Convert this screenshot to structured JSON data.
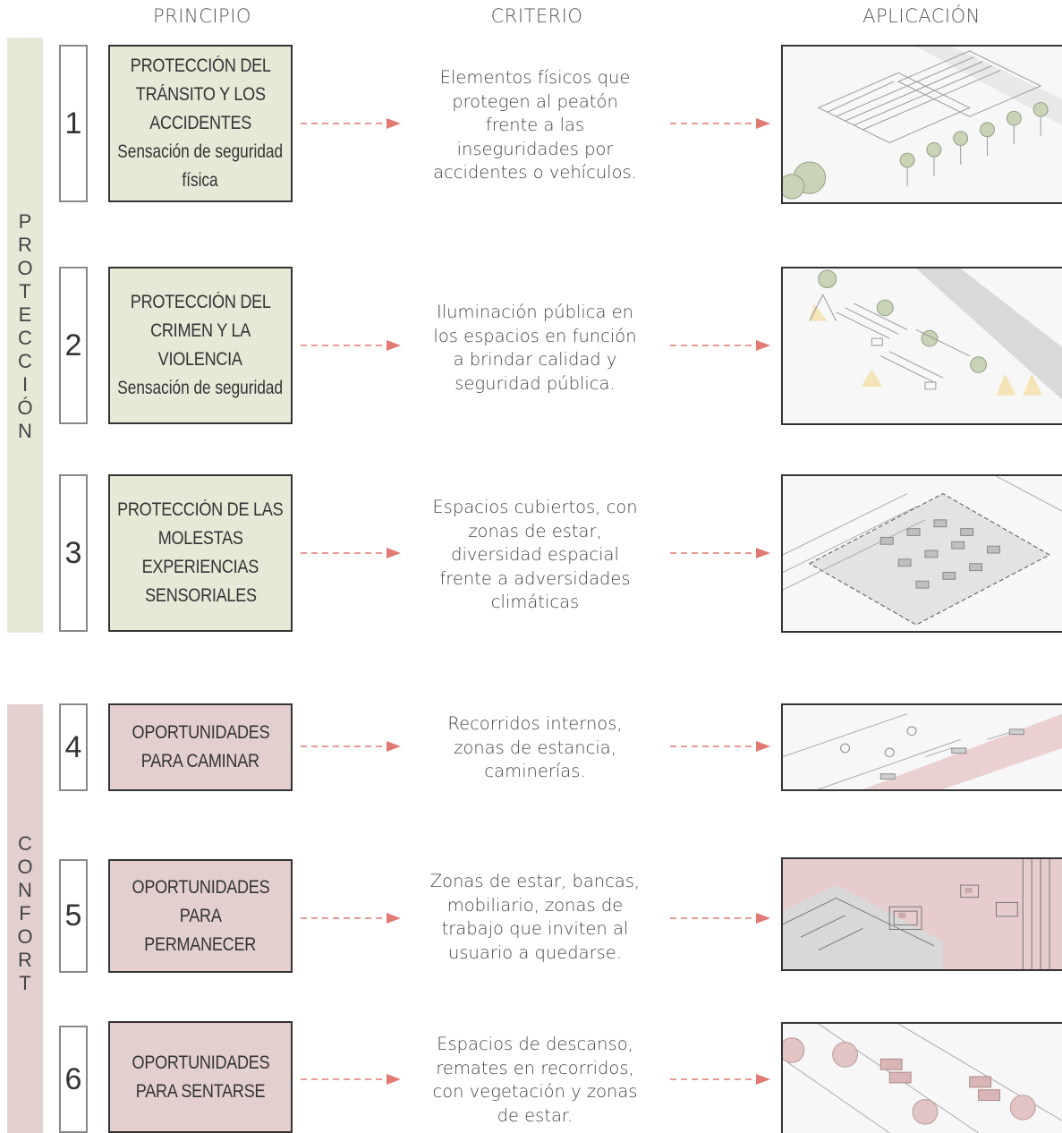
{
  "headers": {
    "principio": "PRINCIPIO",
    "criterio": "CRITERIO",
    "aplicacion": "APLICACIÓN"
  },
  "categories": [
    {
      "letters": [
        "P",
        "R",
        "O",
        "T",
        "E",
        "C",
        "C",
        "I",
        "Ó",
        "N"
      ],
      "color": "#e5ead7"
    },
    {
      "letters": [
        "C",
        "O",
        "N",
        "F",
        "O",
        "R",
        "T"
      ],
      "color": "#e4cfcf"
    }
  ],
  "rows": [
    {
      "number": "1",
      "title_lines": [
        "PROTECCIÓN DEL",
        "TRÁNSITO Y LOS",
        "ACCIDENTES"
      ],
      "subtitle_lines": [
        "Sensación de seguridad",
        "física"
      ],
      "criterion_lines": [
        "Elementos físicos que",
        "protegen al peatón",
        "frente a las",
        "inseguridades por",
        "accidentes o vehículos."
      ]
    },
    {
      "number": "2",
      "title_lines": [
        "PROTECCIÓN DEL",
        "CRIMEN Y LA",
        "VIOLENCIA"
      ],
      "subtitle_lines": [
        "Sensación de seguridad"
      ],
      "criterion_lines": [
        "Iluminación pública en",
        "los espacios en función",
        "a brindar calidad y",
        "seguridad pública."
      ]
    },
    {
      "number": "3",
      "title_lines": [
        "PROTECCIÓN DE LAS",
        "MOLESTAS",
        "EXPERIENCIAS",
        "SENSORIALES"
      ],
      "subtitle_lines": [],
      "criterion_lines": [
        "Espacios cubiertos, con",
        "zonas de estar,",
        "diversidad espacial",
        "frente a adversidades",
        "climáticas"
      ]
    },
    {
      "number": "4",
      "title_lines": [
        "OPORTUNIDADES",
        "PARA CAMINAR"
      ],
      "subtitle_lines": [],
      "criterion_lines": [
        "Recorridos internos,",
        "zonas de estancia,",
        "caminerías."
      ]
    },
    {
      "number": "5",
      "title_lines": [
        "OPORTUNIDADES",
        "PARA",
        "PERMANECER"
      ],
      "subtitle_lines": [],
      "criterion_lines": [
        "Zonas de estar, bancas,",
        "mobiliario, zonas de",
        "trabajo que inviten al",
        "usuario a quedarse."
      ]
    },
    {
      "number": "6",
      "title_lines": [
        "OPORTUNIDADES",
        "PARA SENTARSE"
      ],
      "subtitle_lines": [],
      "criterion_lines": [
        "Espacios de descanso,",
        "remates en recorridos,",
        "con vegetación y zonas",
        "de estar."
      ]
    }
  ],
  "colors": {
    "arrow": "#e07a72",
    "protection": "#e5ead7",
    "comfort": "#e4cfcf",
    "border": "#333333"
  }
}
